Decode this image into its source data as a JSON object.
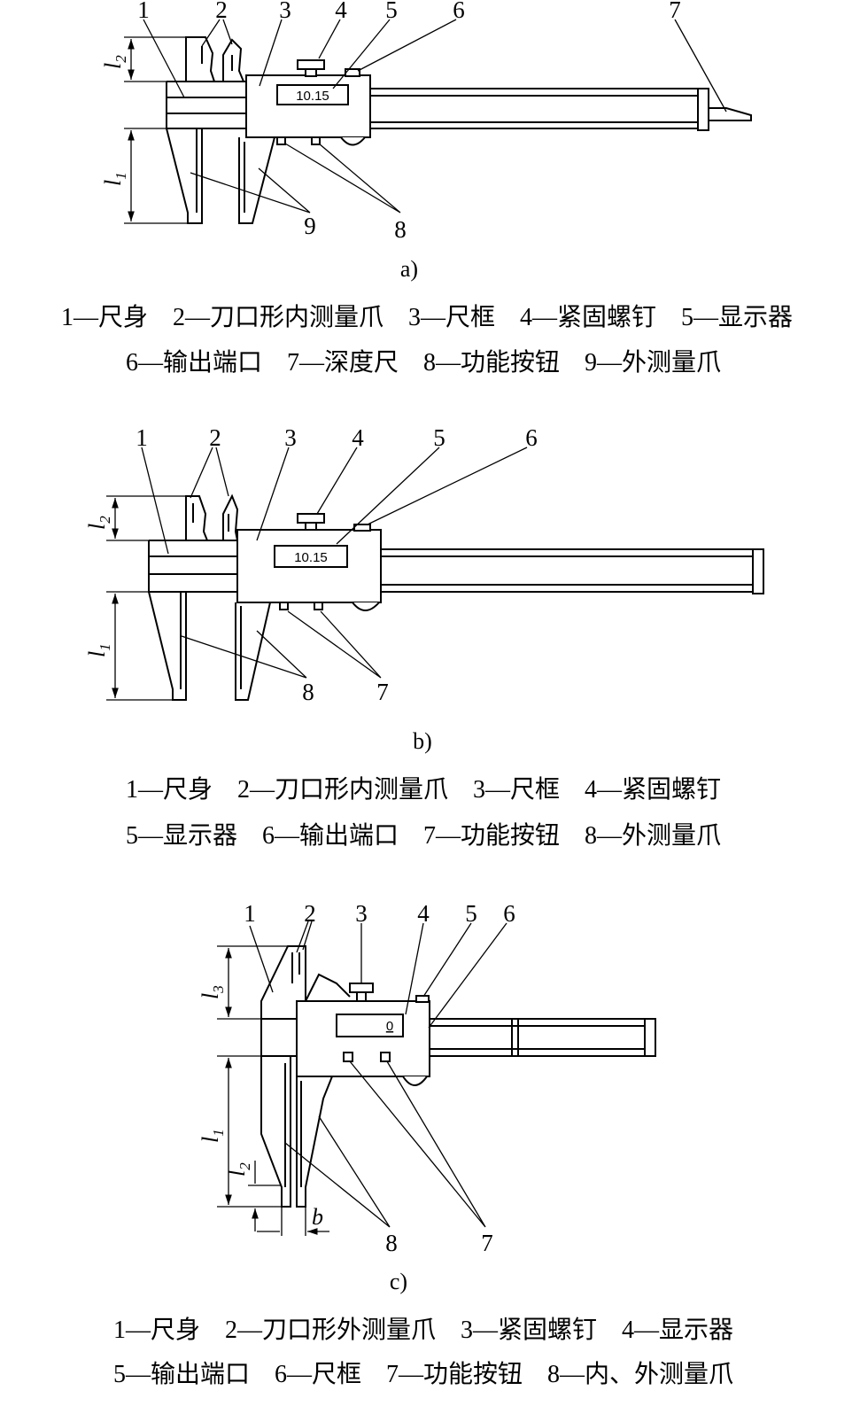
{
  "figure_a": {
    "caption": "a)",
    "display_value": "10.15",
    "labels": [
      "1",
      "2",
      "3",
      "4",
      "5",
      "6",
      "7",
      "8",
      "9"
    ],
    "dims": {
      "l2": {
        "base": "l",
        "sub": "2"
      },
      "l1": {
        "base": "l",
        "sub": "1"
      }
    },
    "legend": [
      "1—尺身　2—刀口形内测量爪　3—尺框　4—紧固螺钉　5—显示器",
      "6—输出端口　7—深度尺　8—功能按钮　9—外测量爪"
    ]
  },
  "figure_b": {
    "caption": "b)",
    "display_value": "10.15",
    "labels": [
      "1",
      "2",
      "3",
      "4",
      "5",
      "6",
      "7",
      "8"
    ],
    "dims": {
      "l2": {
        "base": "l",
        "sub": "2"
      },
      "l1": {
        "base": "l",
        "sub": "1"
      }
    },
    "legend": [
      "1—尺身　2—刀口形内测量爪　3—尺框　4—紧固螺钉",
      "5—显示器　6—输出端口　7—功能按钮　8—外测量爪"
    ]
  },
  "figure_c": {
    "caption": "c)",
    "display_value": "0",
    "labels": [
      "1",
      "2",
      "3",
      "4",
      "5",
      "6",
      "7",
      "8"
    ],
    "dims": {
      "l3": {
        "base": "l",
        "sub": "3"
      },
      "l1": {
        "base": "l",
        "sub": "1"
      },
      "l2": {
        "base": "l",
        "sub": "2"
      },
      "b": "b"
    },
    "legend": [
      "1—尺身　2—刀口形外测量爪　3—紧固螺钉　4—显示器",
      "5—输出端口　6—尺框　7—功能按钮　8—内、外测量爪"
    ]
  }
}
